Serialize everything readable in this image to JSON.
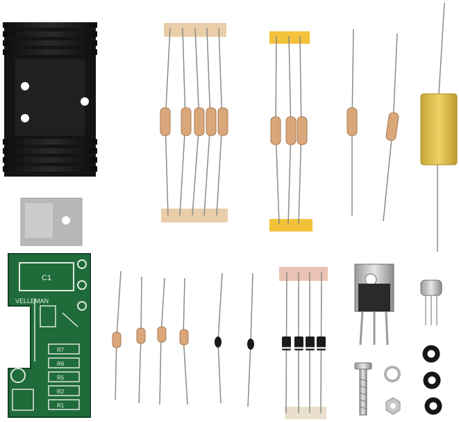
{
  "pcb": {
    "brand": "VELLEMAN",
    "cap_label": "C1",
    "resistor_labels": [
      "R7",
      "R6",
      "R5",
      "R2",
      "R1"
    ]
  },
  "colors": {
    "background": "#ffffff",
    "heatsink": "#1a1a1a",
    "pcb_green": "#1f6b3a",
    "tape_beige": "#e8c9a0",
    "tape_yellow": "#f2c33a",
    "resistor_body": "#d9a77a",
    "capacitor_yellow": "#e3c24c"
  },
  "icons": [
    "heatsink-icon",
    "insulator-pad-icon",
    "circuit-board-icon",
    "transistor-icon",
    "screw-icon",
    "nut-icon",
    "washer-icon"
  ]
}
